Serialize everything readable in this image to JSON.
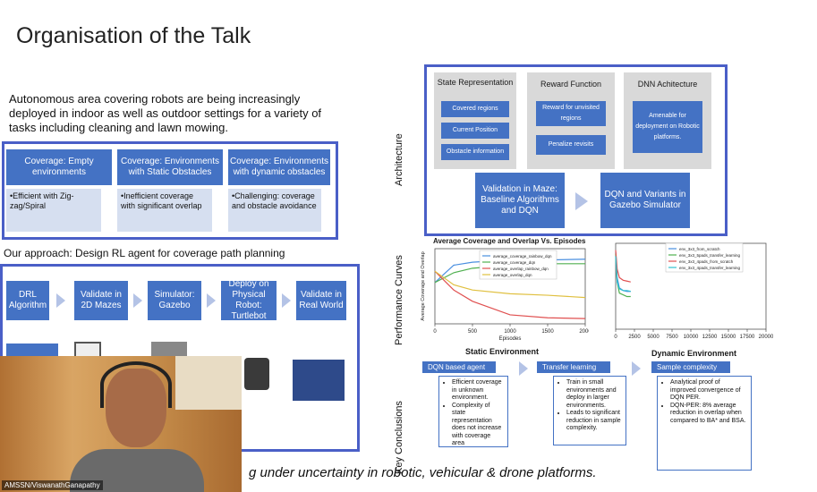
{
  "slide": {
    "title": "Organisation of the Talk",
    "intro": "Autonomous area covering robots are being increasingly deployed in indoor as well as outdoor settings for a variety of tasks including cleaning and lawn mowing.",
    "coverage": [
      {
        "header": "Coverage: Empty environments",
        "detail": "•Efficient with Zig-zag/Spiral"
      },
      {
        "header": "Coverage: Environments with Static Obstacles",
        "detail": "•Inefficient coverage with significant overlap"
      },
      {
        "header": "Coverage: Environments with dynamic obstacles",
        "detail": "•Challenging: coverage and obstacle avoidance"
      }
    ],
    "approach_heading": "Our approach: Design RL agent for coverage path planning",
    "pipeline": [
      "DRL Algorithm",
      "Validate in 2D Mazes",
      "Simulator: Gazebo",
      "Deploy on Physical Robot: Turtlebot",
      "Validate in Real World"
    ],
    "architecture_label": "Architecture",
    "state": {
      "heading": "State Representation",
      "items": [
        "Covered regions",
        "Current Position",
        "Obstacle information"
      ]
    },
    "reward": {
      "heading": "Reward Function",
      "items": [
        "Reward for unvisited regions",
        "Penalize revisits"
      ]
    },
    "dnn": {
      "heading": "DNN Achitecture",
      "text": "Amenable for deployment on Robotic platforms."
    },
    "validation": "Validation in Maze: Baseline Algorithms and DQN",
    "dqn_variants": "DQN and Variants in Gazebo Simulator",
    "performance_label": "Performance Curves",
    "chart_left_title": "Average Coverage and Overlap Vs. Episodes",
    "chart_left_env": "Static Environment",
    "chart_left_xlabel": "Episodes",
    "chart_right_env": "Dynamic Environment",
    "conclusions_label": "Key Conclusions",
    "conclusions": [
      {
        "tag": "DQN based agent",
        "bullets": [
          "Efficient coverage in unknown environment.",
          "Complexity of state representation does not increase with coverage area"
        ]
      },
      {
        "tag": "Transfer learning",
        "bullets": [
          "Train in small environments and deploy in larger environments.",
          "Leads to significant reduction in sample complexity."
        ]
      },
      {
        "tag": "Sample complexity",
        "bullets": [
          "Analytical proof of improved convergence of DQN PER.",
          "DQN-PER: 8% average reduction in overlap when compared to BA* and BSA."
        ]
      }
    ],
    "subtitle": "g under uncertainty in robotic, vehicular & drone platforms.",
    "webcam_name": "AMSSN/ViswanathGanapathy"
  },
  "chart_data": [
    {
      "type": "line",
      "title": "Average Coverage and Overlap Vs. Episodes",
      "xlabel": "Episodes",
      "ylabel": "Average Coverage and Overlap",
      "x": [
        0,
        250,
        500,
        1000,
        1500,
        2000
      ],
      "xticks": [
        0,
        500,
        1000,
        1500,
        2000
      ],
      "xlim": [
        0,
        2000
      ],
      "ylim": [
        0,
        1
      ],
      "series": [
        {
          "name": "average_coverage_rainbow_dqn",
          "color": "#4a8fe0",
          "values": [
            0.55,
            0.78,
            0.82,
            0.85,
            0.85,
            0.86
          ]
        },
        {
          "name": "average_coverage_dqn",
          "color": "#50b050",
          "values": [
            0.55,
            0.68,
            0.74,
            0.78,
            0.8,
            0.8
          ]
        },
        {
          "name": "average_overlap_rainbow_dqn",
          "color": "#e05050",
          "values": [
            0.7,
            0.45,
            0.3,
            0.12,
            0.08,
            0.07
          ]
        },
        {
          "name": "average_overlap_dqn",
          "color": "#e0c040",
          "values": [
            0.7,
            0.52,
            0.45,
            0.4,
            0.38,
            0.35
          ]
        }
      ]
    },
    {
      "type": "line",
      "title": "",
      "xlabel": "",
      "x": [
        0,
        200,
        500,
        1000,
        1500,
        2000
      ],
      "xticks": [
        0,
        2500,
        5000,
        7500,
        10000,
        12500,
        15000,
        17500,
        20000
      ],
      "xlim": [
        0,
        20000
      ],
      "ylim": [
        0,
        1
      ],
      "series": [
        {
          "name": "env_3x3_from_scratch",
          "color": "#4a8fe0",
          "values": [
            0.9,
            0.6,
            0.48,
            0.45,
            0.44,
            0.44
          ]
        },
        {
          "name": "env_3x3_5pads_transfer_learning",
          "color": "#50b050",
          "values": [
            0.88,
            0.55,
            0.42,
            0.4,
            0.38,
            0.38
          ]
        },
        {
          "name": "env_3x3_4pads_from_scratch",
          "color": "#e05050",
          "values": [
            0.92,
            0.7,
            0.6,
            0.57,
            0.56,
            0.55
          ]
        },
        {
          "name": "env_3x3_4pads_transfer_learning",
          "color": "#30c0d0",
          "values": [
            0.85,
            0.55,
            0.47,
            0.45,
            0.45,
            0.44
          ]
        }
      ]
    }
  ]
}
